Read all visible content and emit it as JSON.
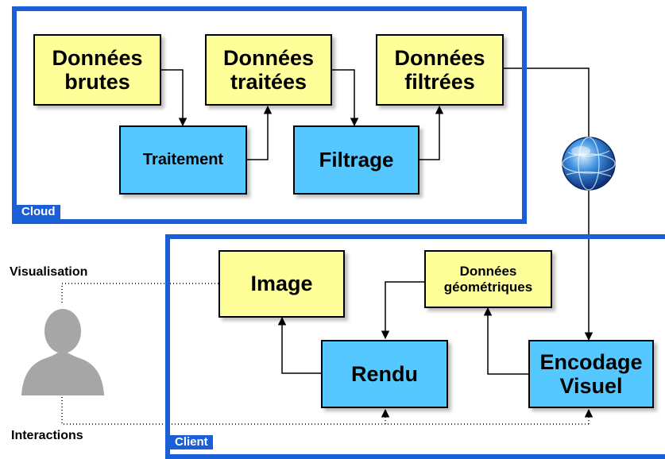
{
  "groups": {
    "cloud": {
      "label": "Cloud"
    },
    "client": {
      "label": "Client"
    }
  },
  "nodes": {
    "raw_data": {
      "label": "Données\nbrutes"
    },
    "processed_data": {
      "label": "Données\ntraitées"
    },
    "filtered_data": {
      "label": "Données\nfiltrées"
    },
    "processing": {
      "label": "Traitement"
    },
    "filtering": {
      "label": "Filtrage"
    },
    "image": {
      "label": "Image"
    },
    "geometric_data": {
      "label": "Données\ngéométriques"
    },
    "rendering": {
      "label": "Rendu"
    },
    "visual_encoding": {
      "label": "Encodage\nVisuel"
    }
  },
  "user": {
    "visualization_label": "Visualisation",
    "interactions_label": "Interactions"
  },
  "colors": {
    "frame_blue": "#1a5fd6",
    "data_yellow": "#ffff99",
    "process_blue": "#55c8ff"
  },
  "icons": {
    "user": "user-silhouette-icon",
    "network": "globe-network-icon"
  }
}
